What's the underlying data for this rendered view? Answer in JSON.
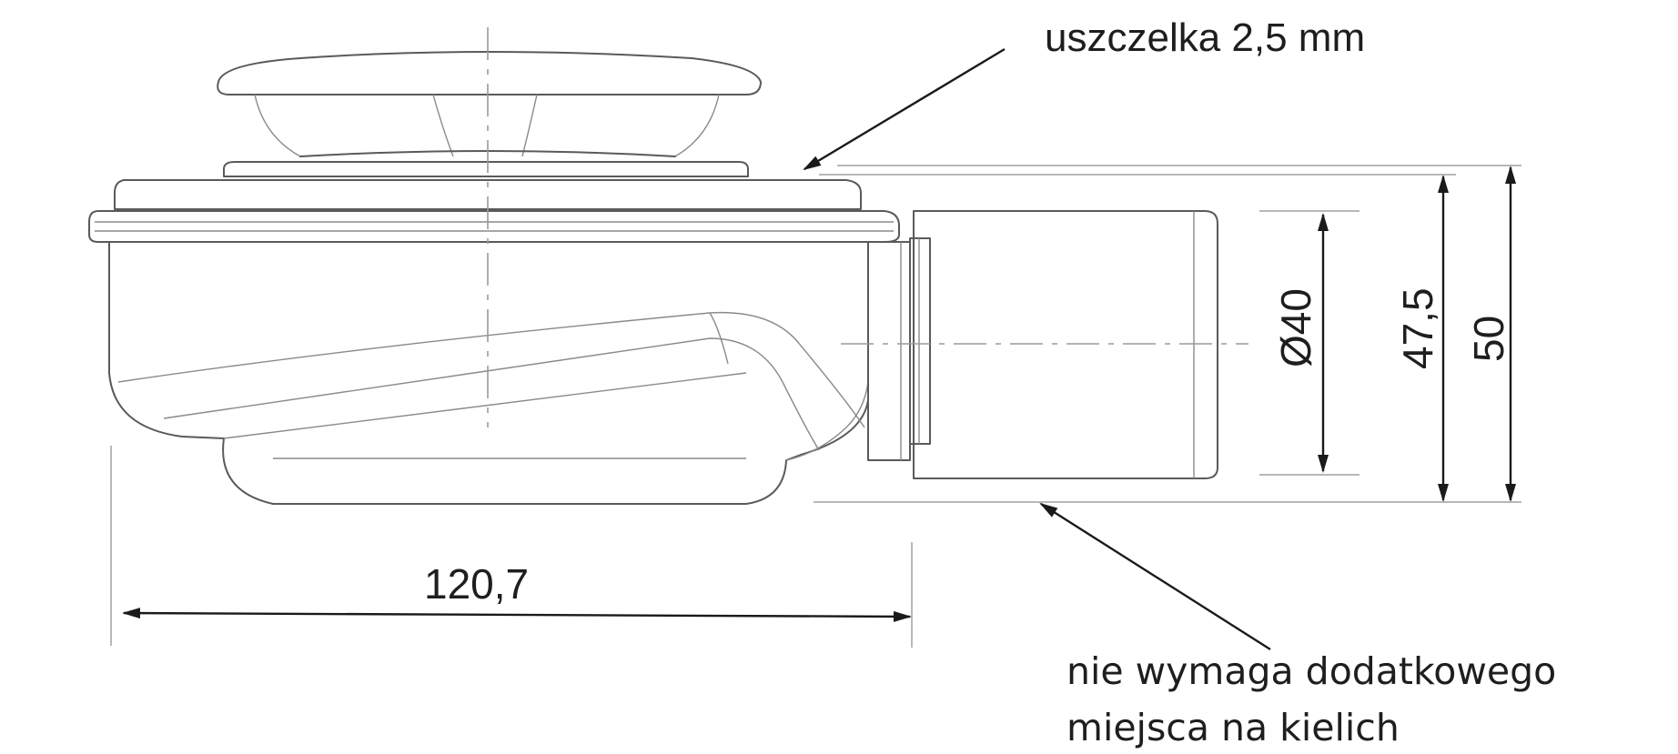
{
  "labels": {
    "seal_note": "uszczelka 2,5 mm",
    "socket_note_line1": "nie wymaga dodatkowego",
    "socket_note_line2": "miejsca na kielich"
  },
  "dimensions": {
    "width": "120,7",
    "outlet_diameter": "Ø40",
    "height_inner": "47,5",
    "height_total": "50"
  },
  "colors": {
    "outline": "#5a5a5a",
    "dimension": "#1a1a1a",
    "background": "#ffffff"
  }
}
